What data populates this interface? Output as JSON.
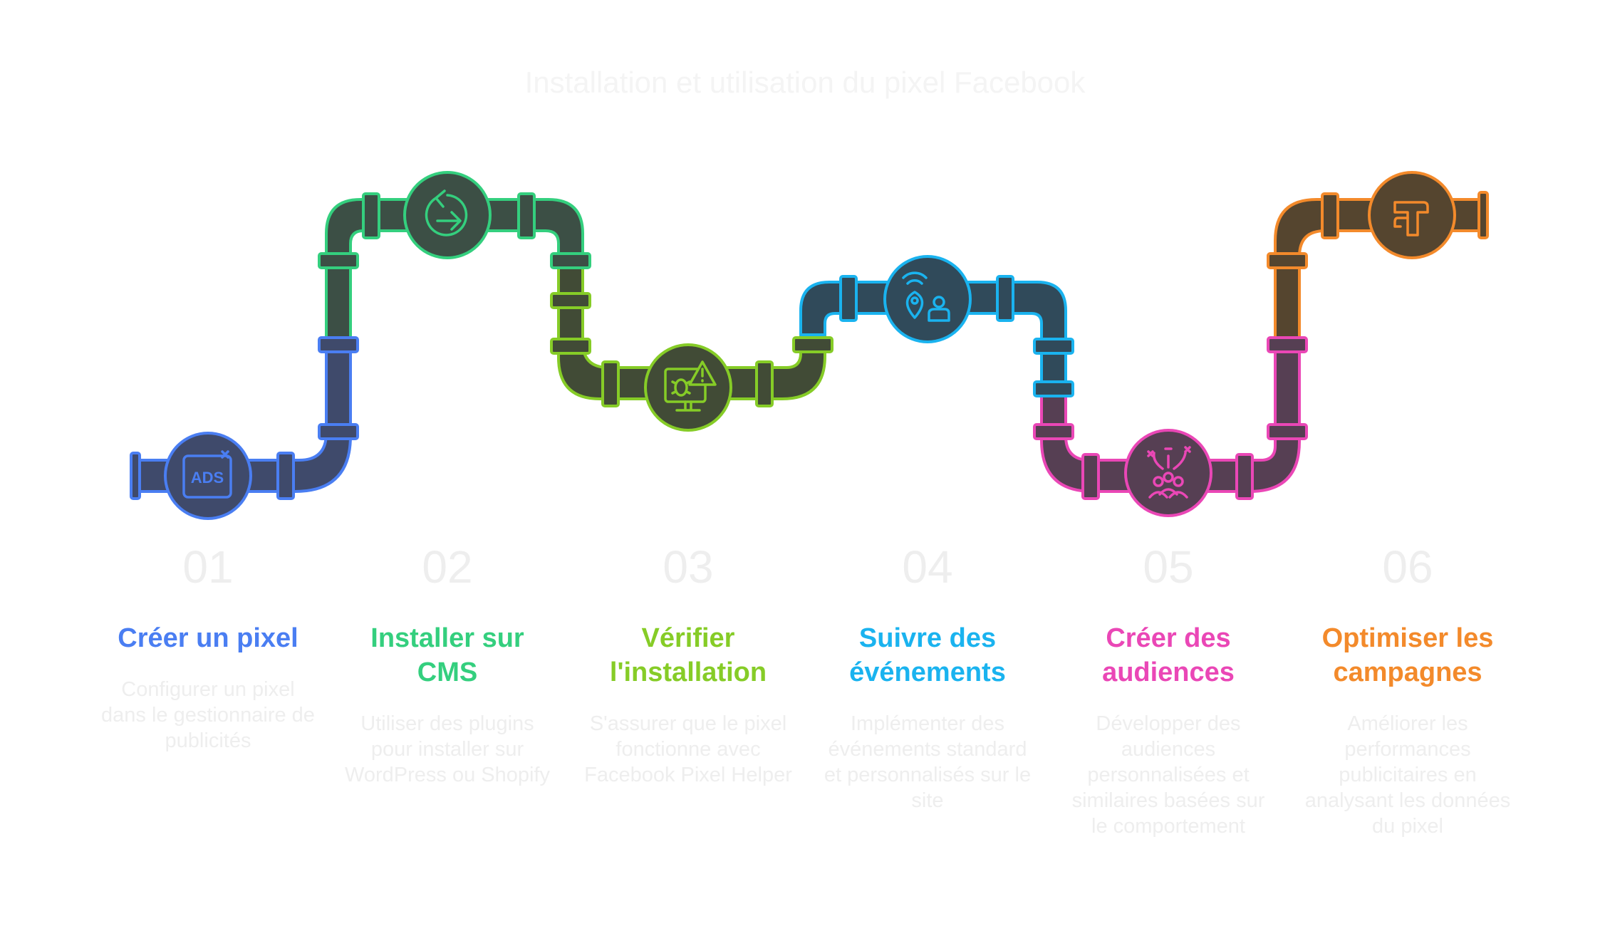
{
  "title": "Installation et utilisation du pixel Facebook",
  "colors": {
    "blue": "#4a7ef2",
    "green": "#34cf7e",
    "lime": "#86cc27",
    "cyan": "#1ab3ef",
    "pink": "#ea47b6",
    "orange": "#f38a2b",
    "pipe_fill": "#3c4a50"
  },
  "steps": [
    {
      "number": "01",
      "title": "Créer un pixel",
      "description": "Configurer un pixel dans le gestionnaire de publicités",
      "color": "#4a7ef2",
      "icon": "ads-icon"
    },
    {
      "number": "02",
      "title": "Installer sur CMS",
      "description": "Utiliser des plugins pour installer sur WordPress ou Shopify",
      "color": "#34cf7e",
      "icon": "arrow-circle-icon"
    },
    {
      "number": "03",
      "title": "Vérifier l'installation",
      "description": "S'assurer que le pixel fonctionne avec Facebook Pixel Helper",
      "color": "#86cc27",
      "icon": "bug-warning-icon"
    },
    {
      "number": "04",
      "title": "Suivre des événements",
      "description": "Implémenter des événements standard et personnalisés sur le site",
      "color": "#1ab3ef",
      "icon": "location-tracking-icon"
    },
    {
      "number": "05",
      "title": "Créer des audiences",
      "description": "Développer des audiences personnalisées et similaires basées sur le comportement",
      "color": "#ea47b6",
      "icon": "audience-icon"
    },
    {
      "number": "06",
      "title": "Optimiser les campagnes",
      "description": "Améliorer les performances publicitaires en analysant les données du pixel",
      "color": "#f38a2b",
      "icon": "optimize-arrows-icon"
    }
  ]
}
